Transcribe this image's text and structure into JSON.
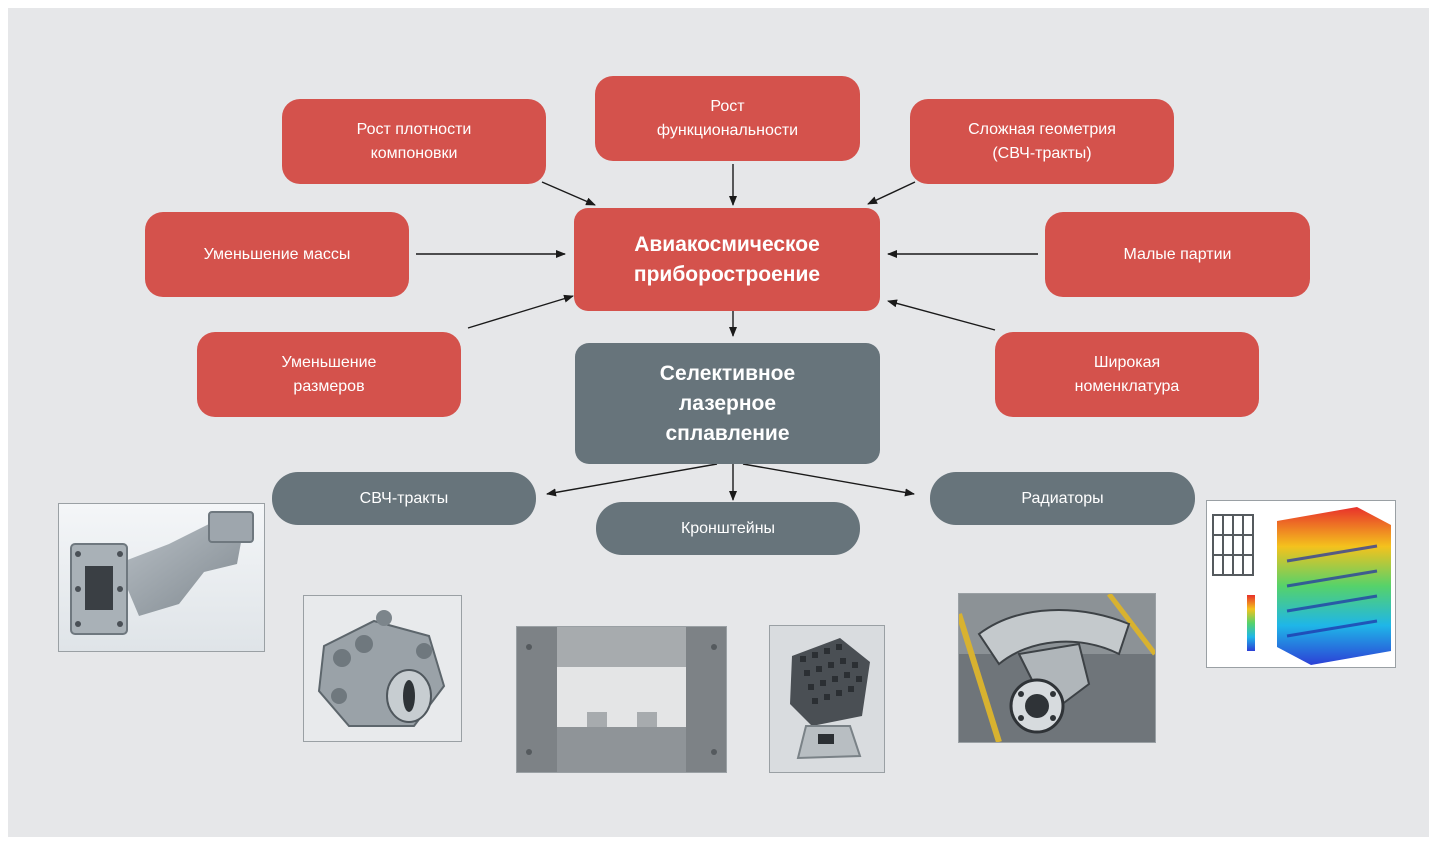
{
  "diagram": {
    "center": "Авиакосмическое приборостроение",
    "technology": "Селективное лазерное сплавление",
    "factors": {
      "density": "Рост плотности компоновки",
      "functionality": "Рост функциональности",
      "geometry": "Сложная геометрия (СВЧ-тракты)",
      "mass": "Уменьшение массы",
      "batches": "Малые партии",
      "size": "Уменьшение размеров",
      "range": "Широкая номенклатура"
    },
    "applications": {
      "microwave": "СВЧ-тракты",
      "brackets": "Кронштейны",
      "radiators": "Радиаторы"
    }
  },
  "colors": {
    "background": "#e6e7e9",
    "factor_box": "#d4524c",
    "technology_box": "#67747b",
    "arrow": "#1a1a1a"
  },
  "photos": [
    "waveguide-bend-photo",
    "bracket-clamp-photo",
    "waveguide-section-photo",
    "pin-radiator-photo",
    "mounting-bracket-photo",
    "radiator-thermal-simulation-photo"
  ]
}
